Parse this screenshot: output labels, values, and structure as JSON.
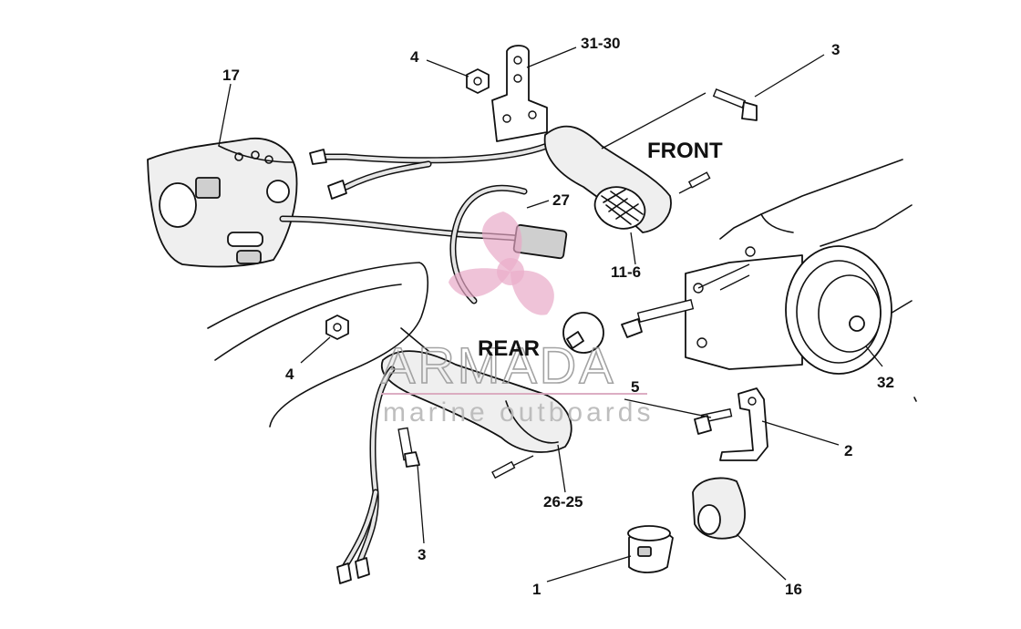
{
  "headings": {
    "front": "FRONT",
    "rear": "REAR"
  },
  "callouts": {
    "c17": "17",
    "c4_top": "4",
    "c31_30": "31-30",
    "c3_top": "3",
    "c27": "27",
    "c11_6": "11-6",
    "c4_left": "4",
    "c5": "5",
    "c32": "32",
    "c2": "2",
    "c3_bottom": "3",
    "c26_25": "26-25",
    "c1": "1",
    "c16": "16"
  },
  "watermark": {
    "brand": "ARMADA",
    "tagline": "marine outboards",
    "logo_icon": "propeller-icon",
    "logo_color": "#e8a7c6",
    "line_color": "#d9a6bd"
  }
}
